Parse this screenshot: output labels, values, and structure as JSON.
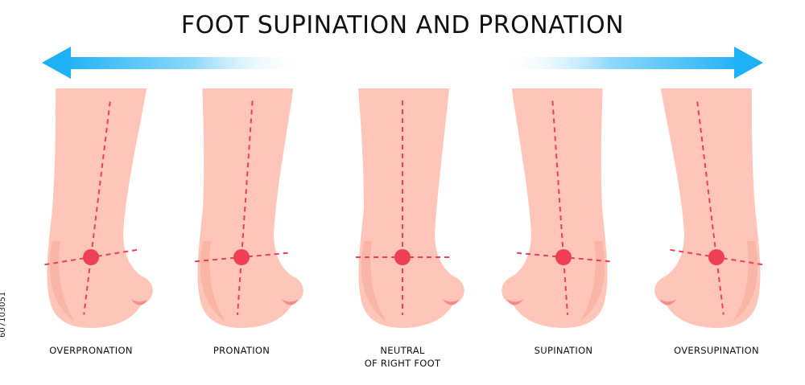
{
  "title": "FOOT SUPINATION AND PRONATION",
  "colors": {
    "skin": "#ffc5b8",
    "skin_shade": "#f9b6a6",
    "toe": "#ffb0a6",
    "nail": "#f48a8a",
    "line": "#e8405a",
    "dot": "#ee3f55",
    "arrow": "#29b6f6"
  },
  "arrows": {
    "left": "arrow-left",
    "right": "arrow-right"
  },
  "feet": [
    {
      "label": "OVERPRONATION",
      "line2": "",
      "tilt_deg": 7,
      "toe_side": "right"
    },
    {
      "label": "PRONATION",
      "line2": "",
      "tilt_deg": 4,
      "toe_side": "right"
    },
    {
      "label": "NEUTRAL",
      "line2": "OF RIGHT FOOT",
      "tilt_deg": 0,
      "toe_side": "right"
    },
    {
      "label": "SUPINATION",
      "line2": "",
      "tilt_deg": -4,
      "toe_side": "left"
    },
    {
      "label": "OVERSUPINATION",
      "line2": "",
      "tilt_deg": -7,
      "toe_side": "left"
    }
  ],
  "stock_id": "607103051"
}
